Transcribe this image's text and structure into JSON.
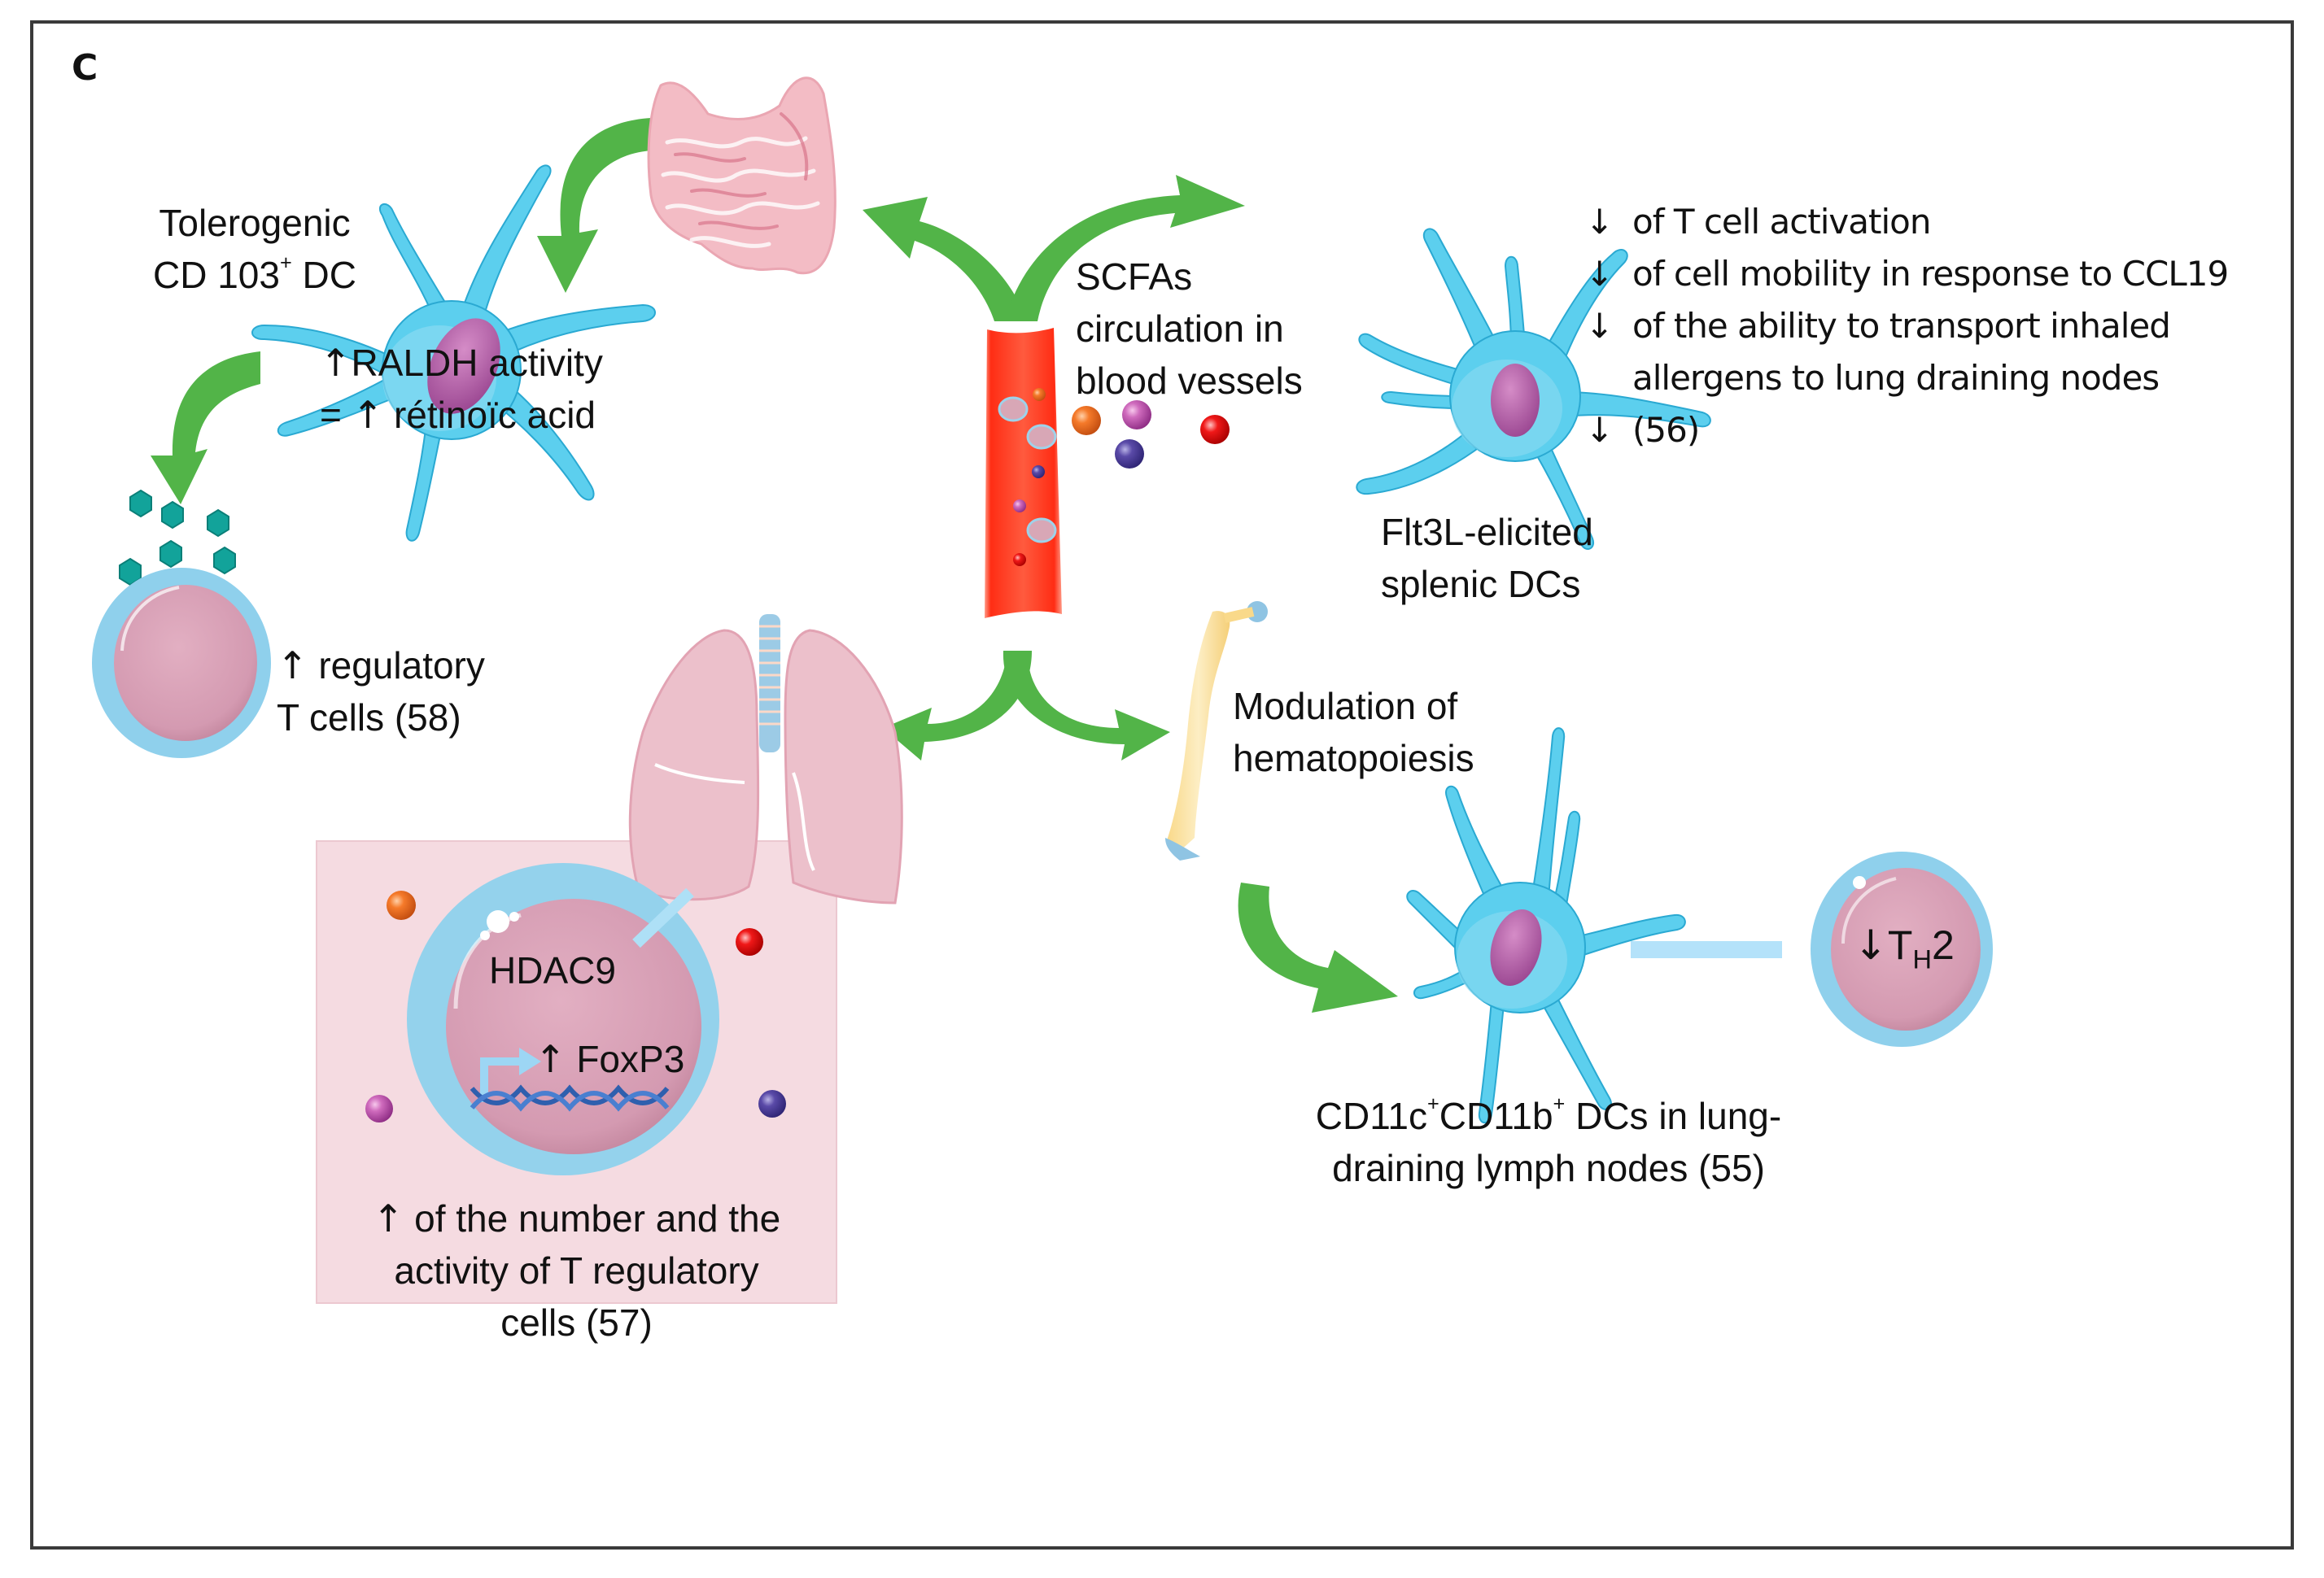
{
  "figure": {
    "panel_letter": "C",
    "colors": {
      "arrow_green": "#52b448",
      "dc_blue": "#5ccfee",
      "dc_blue_dark": "#1fb5e0",
      "nucleus_purple": "#b05ea3",
      "tcell_pink": "#dba5b9",
      "tcell_membrane": "#8fd0ec",
      "intestine_pink": "#f3bcc5",
      "lung_pink": "#ecc0cb",
      "vessel_red": "#fb3a24",
      "bone_yellow": "#fbe3a2",
      "hexagon_teal": "#12a39a",
      "box_pink": "#f5dbe1"
    }
  },
  "tolerogenic_dc": {
    "title_line1": "Tolerogenic",
    "title_line2_prefix": "CD 103",
    "title_line2_sup": "+",
    "title_line2_suffix": " DC",
    "effect_line1_arrow": "↑",
    "effect_line1": "RALDH activity",
    "effect_line2_prefix": "= ",
    "effect_line2_arrow": "↑",
    "effect_line2": " rétinoïc acid"
  },
  "regulatory_t": {
    "line1_arrow": "↑",
    "line1": " regulatory",
    "line2": "T cells (58)"
  },
  "scfa": {
    "line1": "SCFAs",
    "line2": "circulation in",
    "line3": "blood vessels"
  },
  "splenic_dc": {
    "effects": [
      {
        "arrow": "↓",
        "text": "of T cell activation"
      },
      {
        "arrow": "↓",
        "text": "of cell mobility in response to CCL19"
      },
      {
        "arrow": "↓",
        "text": "of the ability to transport inhaled"
      },
      {
        "arrow": "",
        "text": "allergens to lung draining nodes"
      },
      {
        "arrow": "↓",
        "text": "(56)"
      }
    ],
    "label_line1": "Flt3L-elicited",
    "label_line2": "splenic DCs"
  },
  "hematopoiesis": {
    "line1": "Modulation of",
    "line2": "hematopoiesis"
  },
  "lung_treg": {
    "hdac": "HDAC9",
    "foxp3_arrow": "↑",
    "foxp3": " FoxP3",
    "caption_line1_arrow": "↑",
    "caption_line1": " of the number and the",
    "caption_line2": "activity of T regulatory",
    "caption_line3": "cells (57)"
  },
  "lymph_dc": {
    "label_line1_a": "CD11c",
    "label_line1_sup1": "+",
    "label_line1_b": "CD11b",
    "label_line1_sup2": "+",
    "label_line1_c": " DCs in lung-",
    "label_line2": "draining lymph nodes (55)"
  },
  "th2": {
    "arrow": "↓",
    "main": "T",
    "sub": "H",
    "suffix": "2"
  }
}
